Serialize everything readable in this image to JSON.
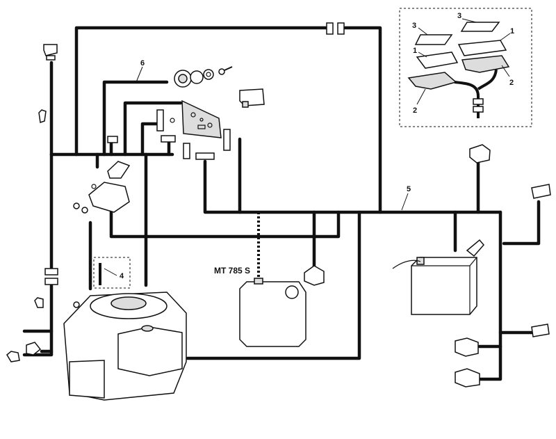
{
  "labels": {
    "harness_main": "5",
    "harness_dash": "6",
    "fuse_box_callout": "4",
    "membrane": "1",
    "membrane_gasket": "2",
    "membrane_cover": "3"
  },
  "model_note": "MT 785 S"
}
